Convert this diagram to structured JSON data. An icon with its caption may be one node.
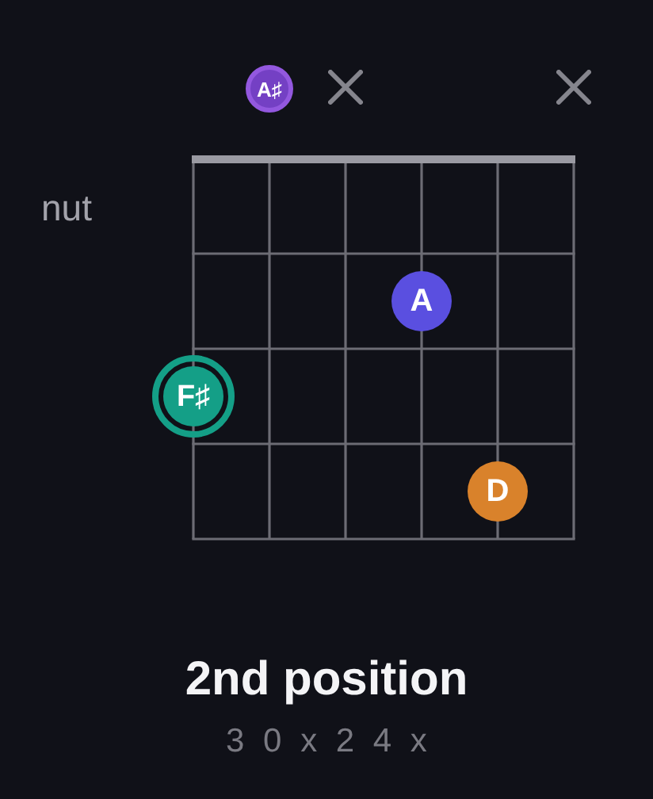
{
  "diagram": {
    "title": "2nd position",
    "caption": "3 0 x 2 4 x",
    "nodes": [
      {
        "text": [
          "A♯"
        ]
      },
      {
        "text": [
          "A"
        ]
      },
      {
        "text": [
          "F♯"
        ]
      },
      {
        "text": [
          "D"
        ]
      }
    ],
    "labels": [
      "nut"
    ]
  }
}
